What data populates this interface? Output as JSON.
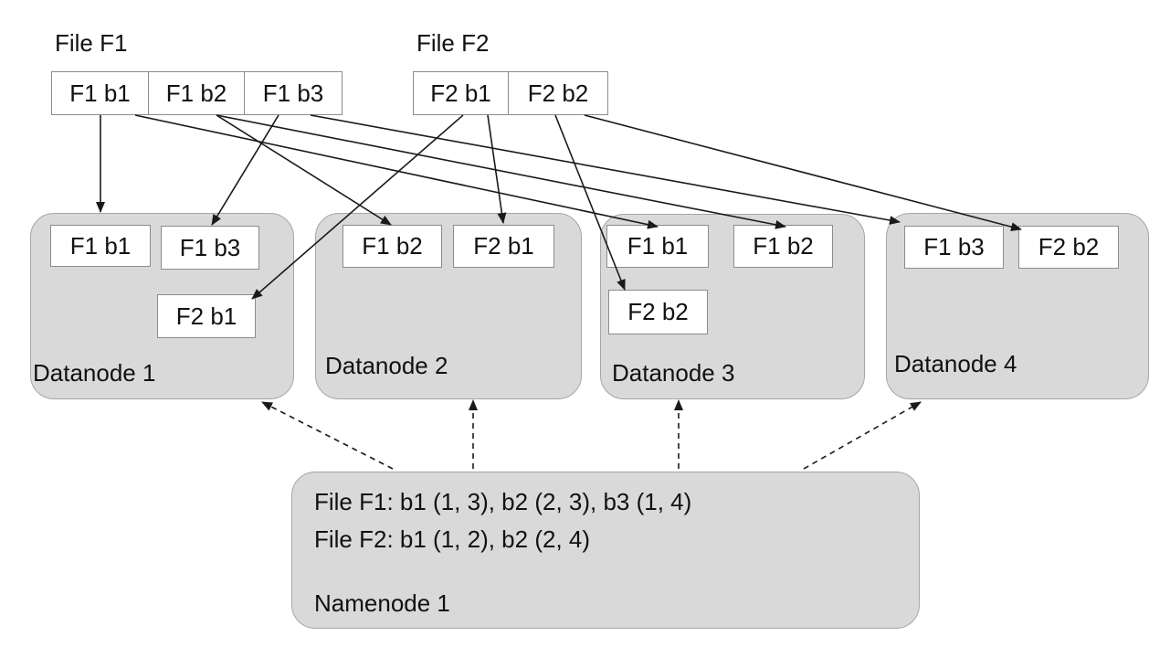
{
  "files": [
    {
      "label": "File F1",
      "blocks": [
        "F1 b1",
        "F1 b2",
        "F1 b3"
      ]
    },
    {
      "label": "File F2",
      "blocks": [
        "F2 b1",
        "F2 b2"
      ]
    }
  ],
  "datanodes": [
    {
      "label": "Datanode 1",
      "blocks": [
        "F1 b1",
        "F1 b3",
        "F2 b1"
      ]
    },
    {
      "label": "Datanode 2",
      "blocks": [
        "F1 b2",
        "F2 b1"
      ]
    },
    {
      "label": "Datanode 3",
      "blocks": [
        "F1 b1",
        "F1 b2",
        "F2 b2"
      ]
    },
    {
      "label": "Datanode 4",
      "blocks": [
        "F1 b3",
        "F2 b2"
      ]
    }
  ],
  "namenode": {
    "lines": [
      "File F1: b1 (1, 3), b2 (2, 3), b3 (1, 4)",
      "File F2: b1 (1, 2), b2 (2, 4)"
    ],
    "label": "Namenode 1"
  },
  "colors": {
    "node_fill": "#d9d9d9",
    "node_border": "#a6a6a6",
    "block_border": "#8c8c8c",
    "arrow": "#1a1a1a"
  }
}
